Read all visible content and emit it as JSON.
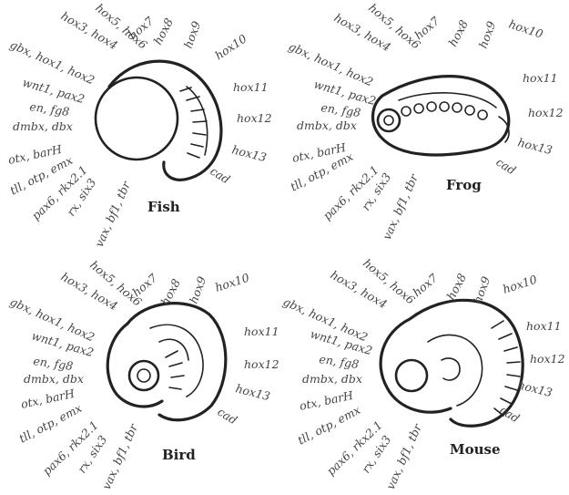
{
  "gene_labels": [
    "hox5, hox6",
    "hox3, hox4",
    "gbx, hox1, hox2",
    "wnt1, pax2",
    "en, fg8",
    "dmbx, dbx",
    "otx, barH",
    "tll, otp, emx",
    "pax6, rkx2.1",
    "rx, six3",
    "vax, bf1, tbr",
    "hox7",
    "hox8",
    "hox9",
    "hox10",
    "hox11",
    "hox12",
    "hox13",
    "cad"
  ],
  "panels": [
    {
      "species": "Fish"
    },
    {
      "species": "Frog"
    },
    {
      "species": "Bird"
    },
    {
      "species": "Mouse"
    }
  ]
}
